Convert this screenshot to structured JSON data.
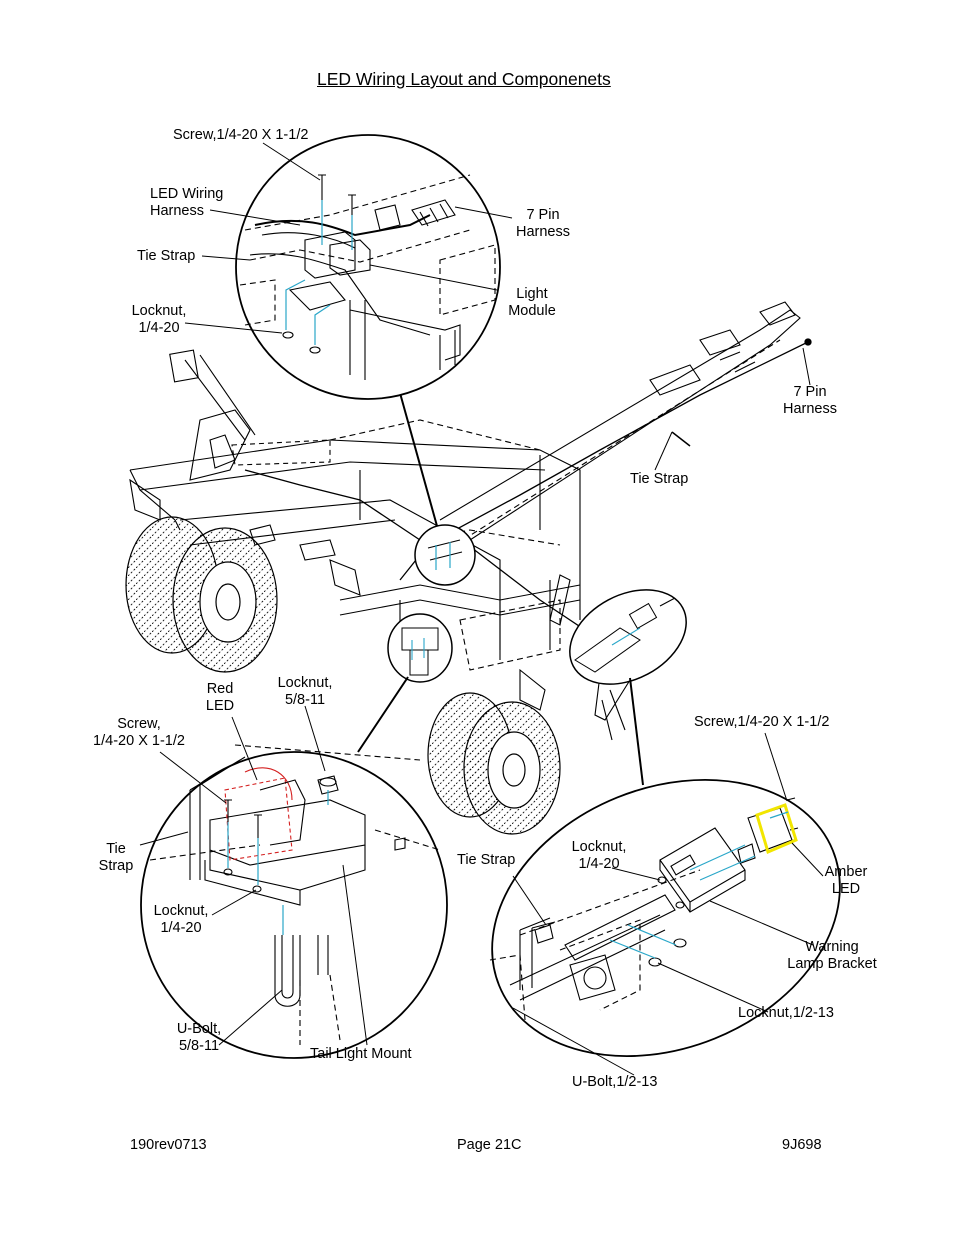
{
  "page": {
    "title": "LED Wiring Layout and Componenets",
    "footer": {
      "left": "190rev0713",
      "center": "Page 21C",
      "right": "9J698"
    }
  },
  "labels": {
    "screw_top": "Screw,1/4-20 X 1-1/2",
    "led_wiring_harness": "LED Wiring\nHarness",
    "tie_strap_top": "Tie Strap",
    "locknut_top": "Locknut,\n1/4-20",
    "seven_pin_harness_top": "7 Pin\nHarness",
    "light_module": "Light\nModule",
    "seven_pin_harness_right": "7 Pin\nHarness",
    "tie_strap_middle": "Tie Strap",
    "red_led": "Red\nLED",
    "locknut_5_8": "Locknut,\n5/8-11",
    "screw_left": "Screw,\n1/4-20 X 1-1/2",
    "tie_strap_left": "Tie\nStrap",
    "locknut_left": "Locknut,\n1/4-20",
    "u_bolt_5_8": "U-Bolt,\n5/8-11",
    "tail_light_mount": "Tail Light Mount",
    "screw_right": "Screw,1/4-20 X 1-1/2",
    "tie_strap_right": "Tie Strap",
    "locknut_right": "Locknut,\n1/4-20",
    "amber_led": "Amber\nLED",
    "warning_lamp_bracket": "Warning\nLamp Bracket",
    "locknut_1_2": "Locknut,1/2-13",
    "u_bolt_1_2": "U-Bolt,1/2-13"
  },
  "colors": {
    "line": "#000000",
    "wire": "#2aa7c9",
    "red_led": "#d42020",
    "amber_highlight": "#f2e600"
  }
}
